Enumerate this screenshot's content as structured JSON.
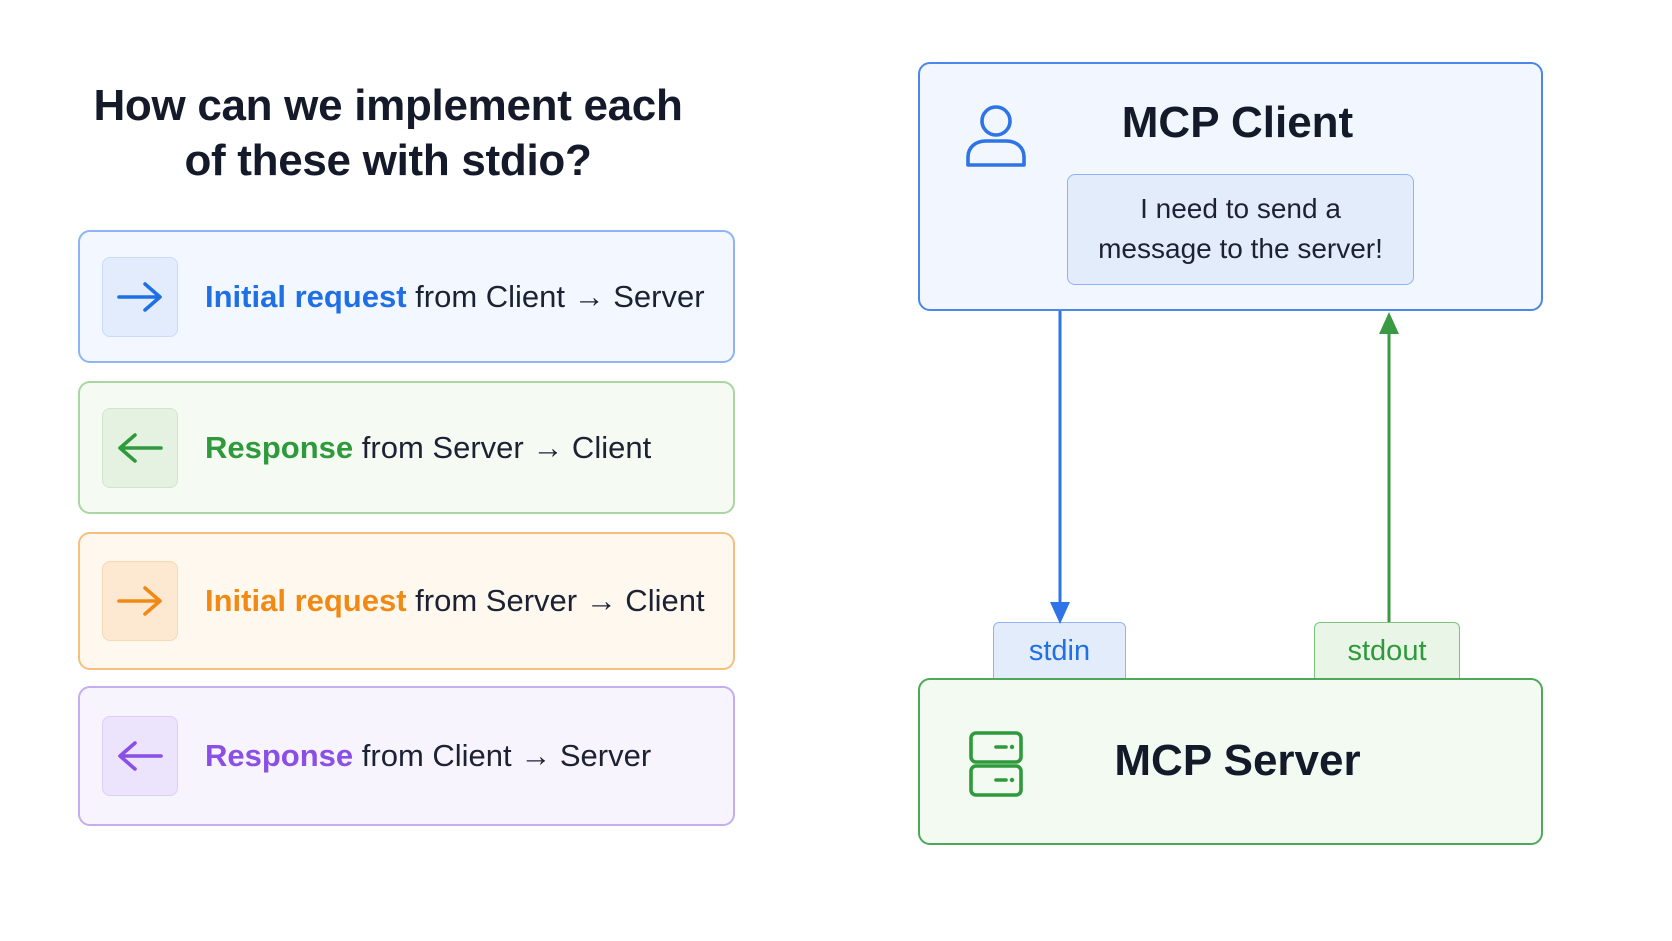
{
  "heading": {
    "line1": "How can we implement each",
    "line2": "of these with stdio?"
  },
  "cards": [
    {
      "keyword": "Initial request",
      "rest": " from Client → Server",
      "color": "#1f6fe5",
      "icon": "arrow-right-icon"
    },
    {
      "keyword": "Response",
      "rest": " from Server → Client",
      "color": "#2e9a3c",
      "icon": "arrow-left-icon"
    },
    {
      "keyword": "Initial request",
      "rest": " from Server → Client",
      "color": "#f08a15",
      "icon": "arrow-right-icon"
    },
    {
      "keyword": "Response",
      "rest": " from Client → Server",
      "color": "#8a4fe6",
      "icon": "arrow-left-icon"
    }
  ],
  "diagram": {
    "client": {
      "title": "MCP Client",
      "icon": "user-icon",
      "bubble_line1": "I need to send a",
      "bubble_line2": "message to the server!"
    },
    "server": {
      "title": "MCP Server",
      "icon": "server-icon"
    },
    "stdin_label": "stdin",
    "stdout_label": "stdout",
    "colors": {
      "client_accent": "#4b86ea",
      "server_accent": "#4ea85a"
    }
  }
}
